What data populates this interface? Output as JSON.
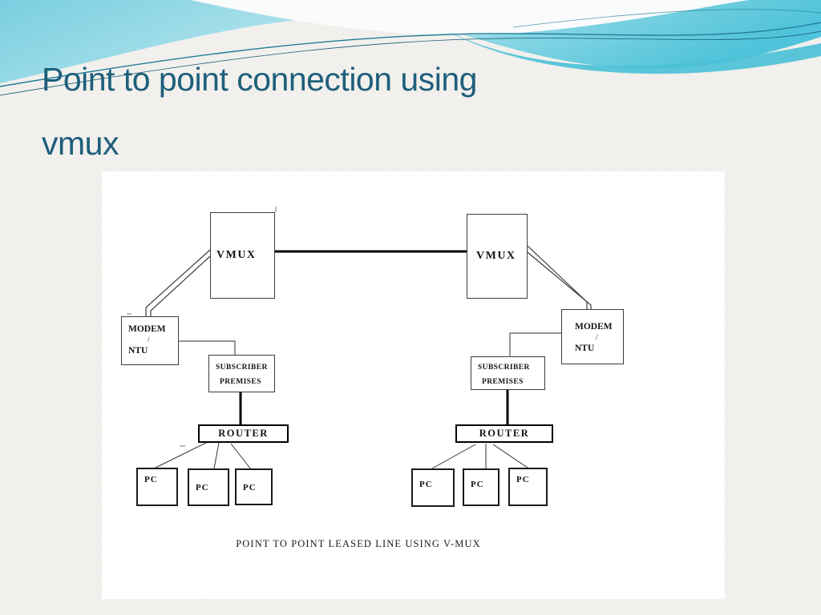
{
  "slide": {
    "title_line1": "Point to point connection using",
    "title_line2": "vmux"
  },
  "diagram": {
    "caption": "POINT TO POINT LEASED LINE USING V-MUX",
    "vmux_left": {
      "label": "VMUX"
    },
    "vmux_right": {
      "label": "VMUX"
    },
    "modem_left": {
      "line1": "MODEM",
      "line2": "/",
      "line3": "NTU"
    },
    "modem_right": {
      "line1": "MODEM",
      "line2": "/",
      "line3": "NTU"
    },
    "subscriber_left": {
      "line1": "SUBSCRIBER",
      "line2": "PREMISES"
    },
    "subscriber_right": {
      "line1": "SUBSCRIBER",
      "line2": "PREMISES"
    },
    "router_left": {
      "label": "ROUTER"
    },
    "router_right": {
      "label": "ROUTER"
    },
    "pcs_left": [
      "PC",
      "PC",
      "PC"
    ],
    "pcs_right": [
      "PC",
      "PC",
      "PC"
    ]
  },
  "colors": {
    "title_text": "#1E5F7B",
    "wave_blue": "#79CEDF",
    "wave_blue_light": "#A9E0EB",
    "wave_cyan_deep": "#4EC3D9",
    "wave_band_teal": "#49C0D6",
    "wave_line_teal": "#227E97",
    "page_background": "#F2F1EE",
    "panel_background": "#FFFFFF",
    "diagram_ink": "#1A1A1A"
  }
}
